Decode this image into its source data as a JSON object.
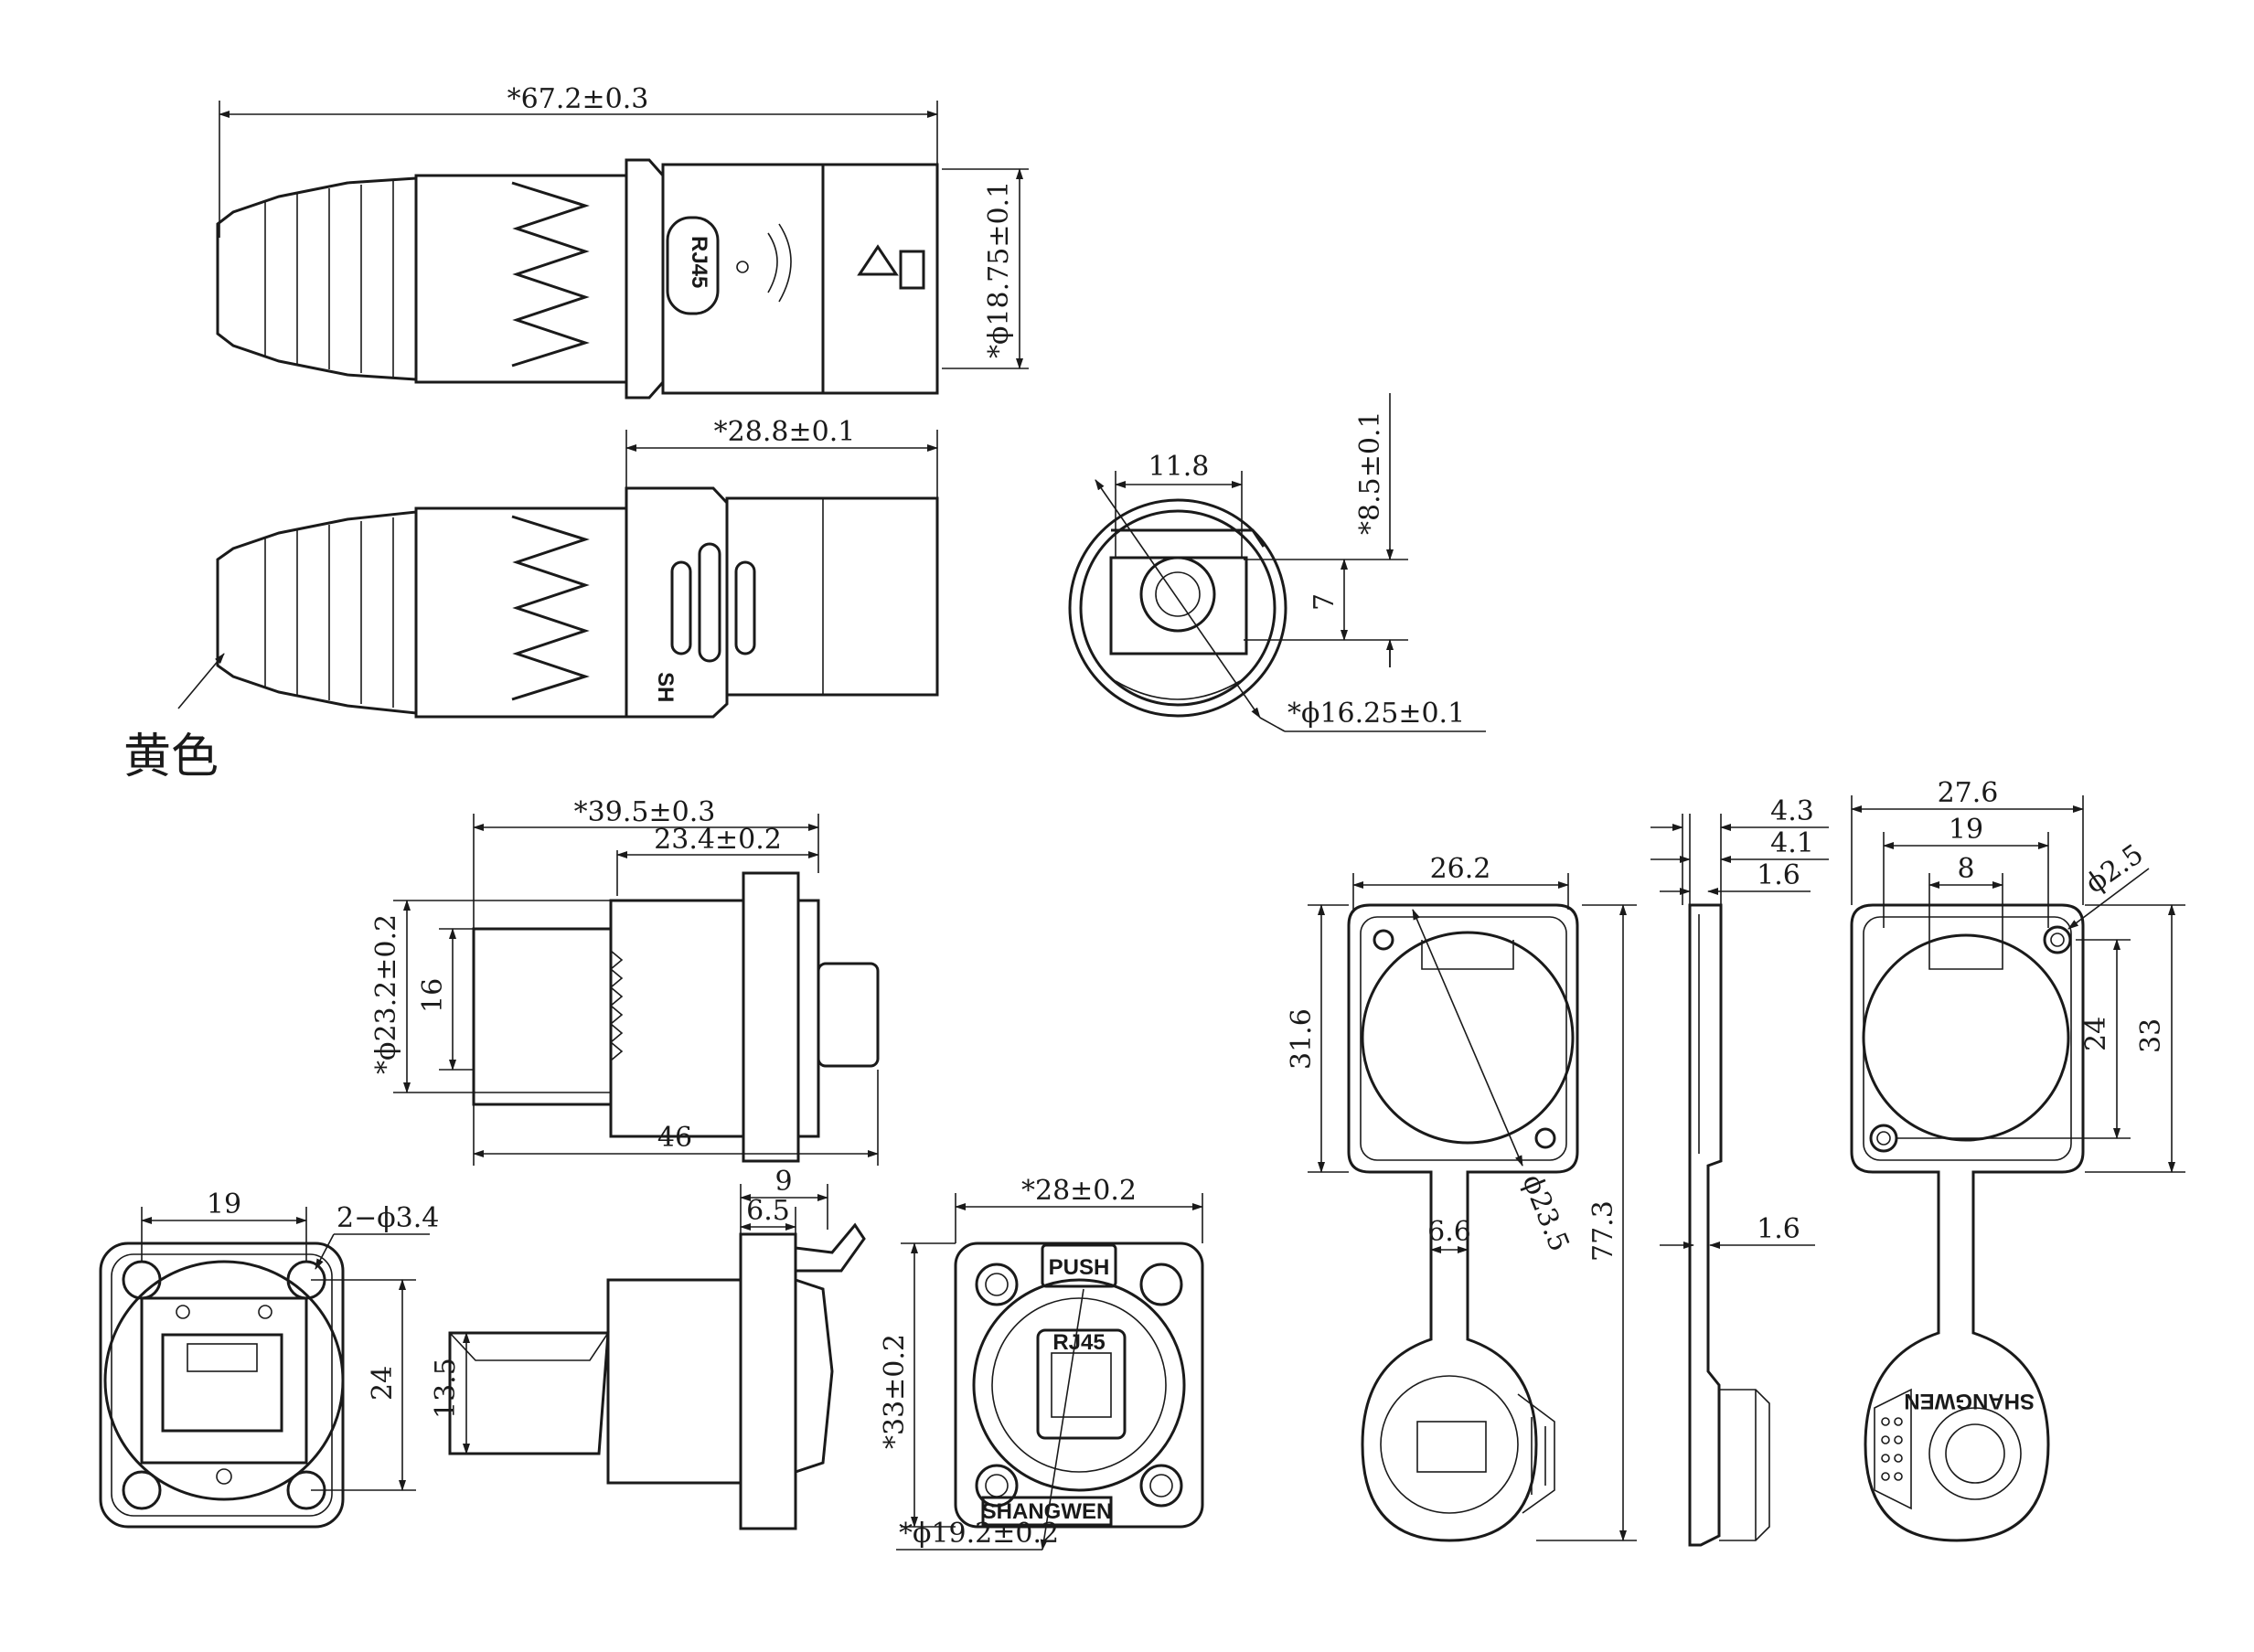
{
  "dimensions": {
    "d_67_2": "*67.2±0.3",
    "d_phi18_75": "*ϕ18.75±0.1",
    "d_28_8": "*28.8±0.1",
    "d_11_8": "11.8",
    "d_8_5": "*8.5±0.1",
    "d_7": "7",
    "d_phi16_25": "*ϕ16.25±0.1",
    "d_39_5": "*39.5±0.3",
    "d_23_4": "23.4±0.2",
    "d_phi23_2": "*ϕ23.2±0.2",
    "d_16": "16",
    "d_46": "46",
    "d_19a": "19",
    "d_2phi3_4": "2−ϕ3.4",
    "d_24a": "24",
    "d_9": "9",
    "d_6_5": "6.5",
    "d_13_5": "13.5",
    "d_28": "*28±0.2",
    "d_33a": "*33±0.2",
    "d_phi19_2": "*ϕ19.2±0.2",
    "d_26_2": "26.2",
    "d_31_6": "31.6",
    "d_phi23_5": "ϕ23.5",
    "d_6_6": "6.6",
    "d_77_3": "77.3",
    "d_4_3": "4.3",
    "d_4_1": "4.1",
    "d_1_6a": "1.6",
    "d_1_6b": "1.6",
    "d_27_6": "27.6",
    "d_19b": "19",
    "d_8": "8",
    "d_phi2_5": "ϕ2.5",
    "d_24b": "24",
    "d_33b": "33"
  },
  "labels": {
    "color_note": "黄色",
    "rj45": "RJ45",
    "push": "PUSH",
    "rj45_front": "RJ45",
    "brand_front": "SHANGWEN",
    "brand_cap": "SHANGWEN",
    "brand_side": "SH"
  }
}
